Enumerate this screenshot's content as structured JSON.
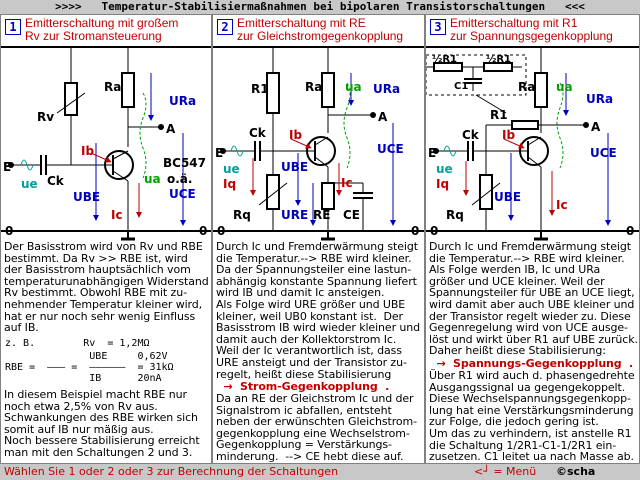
{
  "header": {
    "title": ">>>>   Temperatur-Stabilisiermaßnahmen bei bipolaren Transistorschaltungen   <<<"
  },
  "panels": [
    {
      "number": "1",
      "heading": "Emitterschaltung mit großem\nRv zur Stromansteuerung",
      "labels": {
        "ra": "Ra",
        "rv": "Rv",
        "ck": "Ck",
        "e": "E",
        "ue": "ue",
        "ib": "Ib",
        "ic": "Ic",
        "ube": "UBE",
        "ura": "URa",
        "a": "A",
        "uce": "UCE",
        "ua": "ua",
        "part": "BC547",
        "part2": "o.ä.",
        "zero_left": "0",
        "zero_right": "0"
      },
      "body": "Der Basisstrom wird von Rv und RBE\nbestimmt. Da Rv >> RBE ist, wird\nder Basisstrom hauptsächlich vom\ntemperaturunabhängigen Widerstand\nRv bestimmt. Obwohl RBE mit zu-\nnehmender Temperatur kleiner wird,\nhat er nur noch sehr wenig Einfluss\nauf IB.",
      "formula1": "z. B.        Rv  = 1,2MΩ",
      "formula2a": "              UBE     0,62V",
      "formula2b": "RBE =  ——— =  ——————  = 31kΩ",
      "formula2c": "              IB      20nA",
      "body2": "In diesem Beispiel macht RBE nur\nnoch etwa 2,5% von Rv aus.\nSchwankungen des RBE wirken sich\nsomit auf IB nur mäßig aus.\nNoch bessere Stabilisierung erreicht\nman mit den Schaltungen 2 und 3."
    },
    {
      "number": "2",
      "heading": "Emitterschaltung mit RE\nzur Gleichstromgegenkopplung",
      "labels": {
        "ra": "Ra",
        "r1": "R1",
        "ck": "Ck",
        "e": "E",
        "ue": "ue",
        "ib": "Ib",
        "iq": "Iq",
        "ic": "Ic",
        "ube": "UBE",
        "ura": "URa",
        "a": "A",
        "uce": "UCE",
        "ua": "ua",
        "rq": "Rq",
        "ure": "URE",
        "re": "RE",
        "ce": "CE",
        "zero_left": "0",
        "zero_right": "0"
      },
      "body": "Durch Ic und Fremderwärmung steigt\ndie Temperatur.--> RBE wird kleiner.\nDa der Spannungsteiler eine lastun-\nabhängig konstante Spannung liefert\nwird IB und damit Ic ansteigen.\nAls Folge wird URE größer und UBE\nkleiner, weil UB0 konstant ist.  Der\nBasisstrom IB wird wieder kleiner und\ndamit auch der Kollektorstrom Ic.\nWeil der Ic verantwortlich ist, dass\nURE ansteigt und der Transistor zu-\nregelt, heißt diese Stabilisierung",
      "highlight": "  →  Strom-Gegenkopplung  .",
      "body2": "Da an RE der Gleichstrom Ic und der\nSignalstrom ic abfallen, entsteht\nneben der erwünschten Gleichstrom-\ngegenkopplung eine Wechselstrom-\nGegenkopplung = Verstärkungs-\nminderung.  --> CE hebt diese auf."
    },
    {
      "number": "3",
      "heading": "Emitterschaltung mit R1\nzur Spannungsgegenkopplung",
      "labels": {
        "half1": "½R1",
        "half2": "½R1",
        "c1": "C1",
        "r1": "R1",
        "ra": "Ra",
        "ck": "Ck",
        "e": "E",
        "ue": "ue",
        "ib": "Ib",
        "iq": "Iq",
        "ic": "Ic",
        "ube": "UBE",
        "ura": "URa",
        "a": "A",
        "uce": "UCE",
        "ua": "ua",
        "rq": "Rq",
        "zero_left": "0",
        "zero_right": "0"
      },
      "body": "Durch Ic und Fremderwärmung steigt\ndie Temperatur.--> RBE wird kleiner.\nAls Folge werden IB, Ic und URa\ngrößer und UCE kleiner. Weil der\nSpannungsteiler für UBE an UCE liegt,\nwird damit aber auch UBE kleiner und\nder Transistor regelt wieder zu. Diese\nGegenregelung wird von UCE ausge-\nlöst und wirkt über R1 auf UBE zurück.\nDaher heißt diese Stabilisierung:",
      "highlight": "  →  Spannungs-Gegenkopplung  .",
      "body2": "Über R1 wird auch d. phasengedrehte\nAusgangssignal ua gegengekoppelt.\nDiese Wechselspannungsgegenkopp-\nlung hat eine Verstärkungsminderung\nzur Folge, die jedoch gering ist.\nUm das zu verhindern, ist anstelle R1\ndie Schaltung 1/2R1-C1-1/2R1 ein-\nzusetzen. C1 leitet ua nach Masse ab."
    }
  ],
  "footer": {
    "prompt": "Wählen Sie 1 oder 2 oder 3 zur Berechnung der Schaltungen",
    "menu": "<┘ = Menü",
    "copyright": "©scha"
  },
  "colors": {
    "heading": "#c00000",
    "accent": "#0000c0",
    "signal": "#00a000",
    "bar": "#c8c8c8"
  }
}
